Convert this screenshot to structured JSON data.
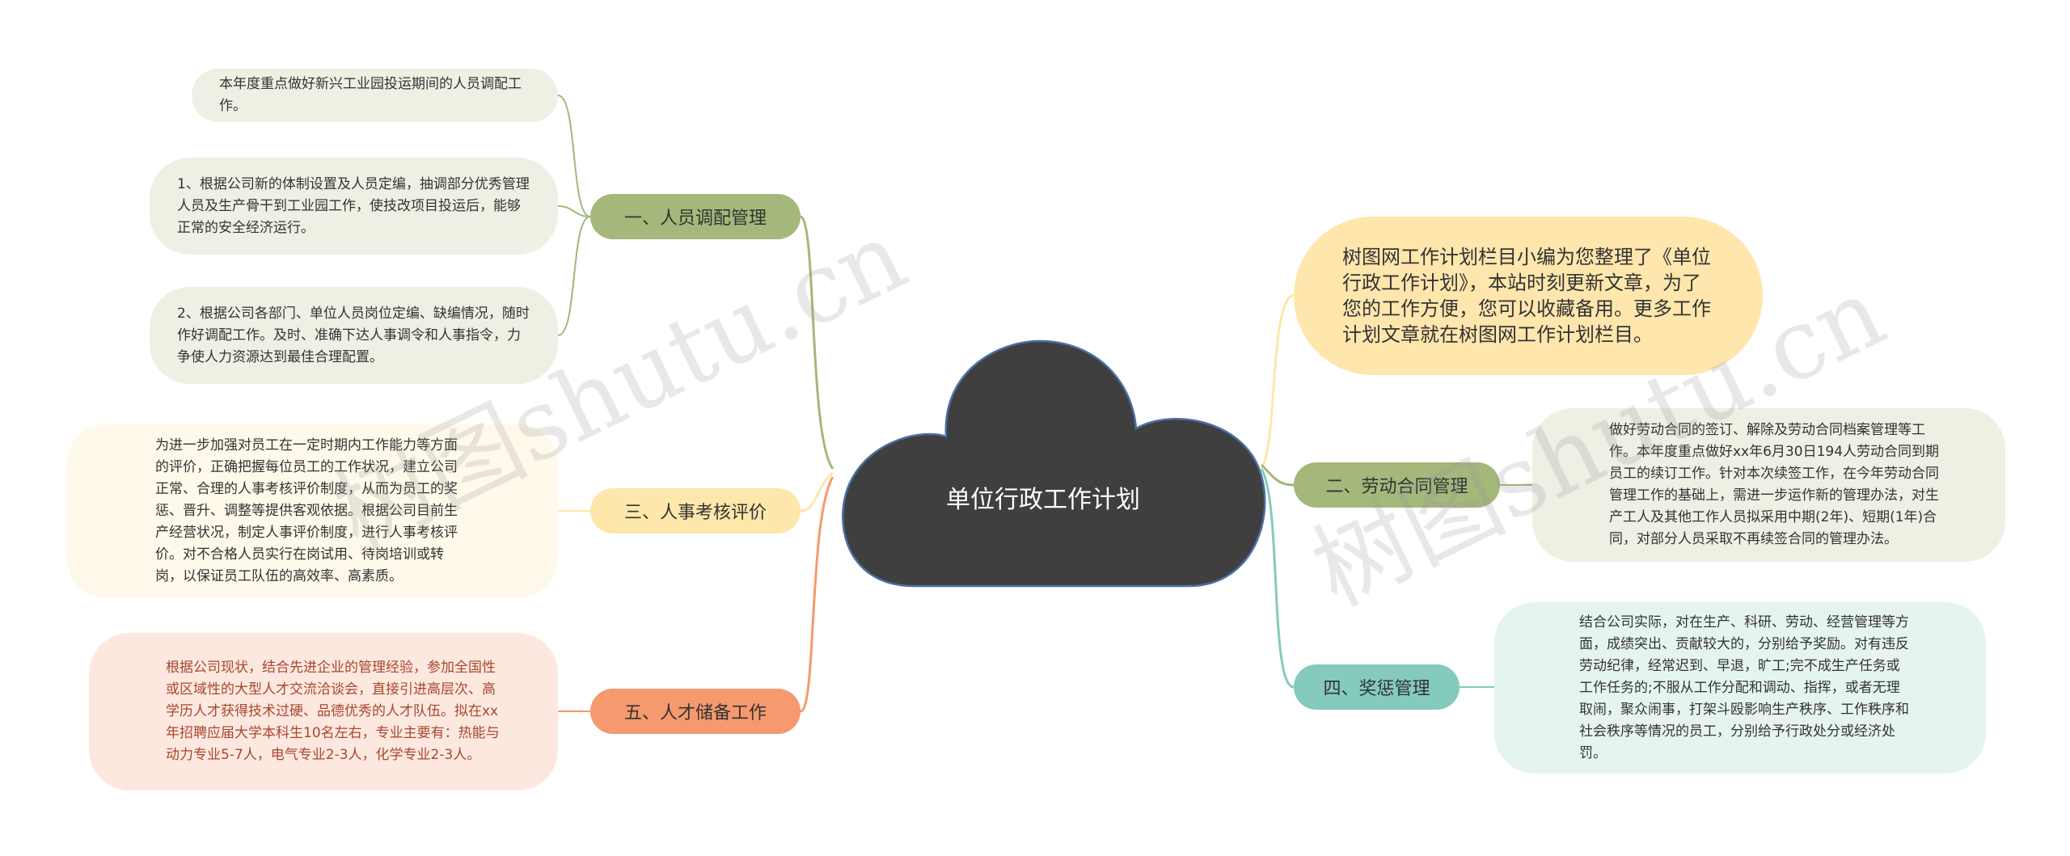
{
  "central": {
    "title": "单位行政工作计划"
  },
  "intro": "树图网工作计划栏目小编为您整理了《单位行政工作计划》，本站时刻更新文章，为了您的工作方便，您可以收藏备用。更多工作计划文章就在树图网工作计划栏目。",
  "branches": {
    "b1": {
      "label": "一、人员调配管理",
      "items": [
        "本年度重点做好新兴工业园投运期间的人员调配工作。",
        "1、根据公司新的体制设置及人员定编，抽调部分优秀管理人员及生产骨干到工业园工作，使技改项目投运后，能够正常的安全经济运行。",
        "2、根据公司各部门、单位人员岗位定编、缺编情况，随时作好调配工作。及时、准确下达人事调令和人事指令，力争使人力资源达到最佳合理配置。"
      ]
    },
    "b2": {
      "label": "二、劳动合同管理",
      "items": [
        "做好劳动合同的签订、解除及劳动合同档案管理等工作。本年度重点做好xx年6月30日194人劳动合同到期员工的续订工作。针对本次续签工作，在今年劳动合同管理工作的基础上，需进一步运作新的管理办法，对生产工人及其他工作人员拟采用中期(2年)、短期(1年)合同，对部分人员采取不再续签合同的管理办法。"
      ]
    },
    "b3": {
      "label": "三、人事考核评价",
      "items": [
        "为进一步加强对员工在一定时期内工作能力等方面的评价，正确把握每位员工的工作状况，建立公司正常、合理的人事考核评价制度，从而为员工的奖惩、晋升、调整等提供客观依据。根据公司目前生产经营状况，制定人事评价制度，进行人事考核评价。对不合格人员实行在岗试用、待岗培训或转岗，以保证员工队伍的高效率、高素质。"
      ]
    },
    "b4": {
      "label": "四、奖惩管理",
      "items": [
        "结合公司实际，对在生产、科研、劳动、经营管理等方面，成绩突出、贡献较大的，分别给予奖励。对有违反劳动纪律，经常迟到、早退，旷工;完不成生产任务或工作任务的;不服从工作分配和调动、指挥，或者无理取闹，聚众闹事，打架斗殴影响生产秩序、工作秩序和社会秩序等情况的员工，分别给予行政处分或经济处罚。"
      ]
    },
    "b5": {
      "label": "五、人才储备工作",
      "items": [
        "根据公司现状，结合先进企业的管理经验，参加全国性或区域性的大型人才交流洽谈会，直接引进高层次、高学历人才获得技术过硬、品德优秀的人才队伍。拟在xx年招聘应届大学本科生10名左右，专业主要有：热能与动力专业5-7人，电气专业2-3人，化学专业2-3人。"
      ]
    }
  },
  "watermark": "树图shutu.cn",
  "colors": {
    "cloud": "#3f3f3f",
    "cloud_border": "#4a6fa5",
    "green": "#a3b87a",
    "green_leaf": "#eef0e4",
    "yellow": "#fde7aa",
    "yellow_leaf": "#fef9ea",
    "salmon": "#f6996f",
    "salmon_leaf": "#fde8e0",
    "teal": "#84cabd",
    "teal_leaf": "#e6f4f0",
    "intro": "#ffe6ad"
  }
}
